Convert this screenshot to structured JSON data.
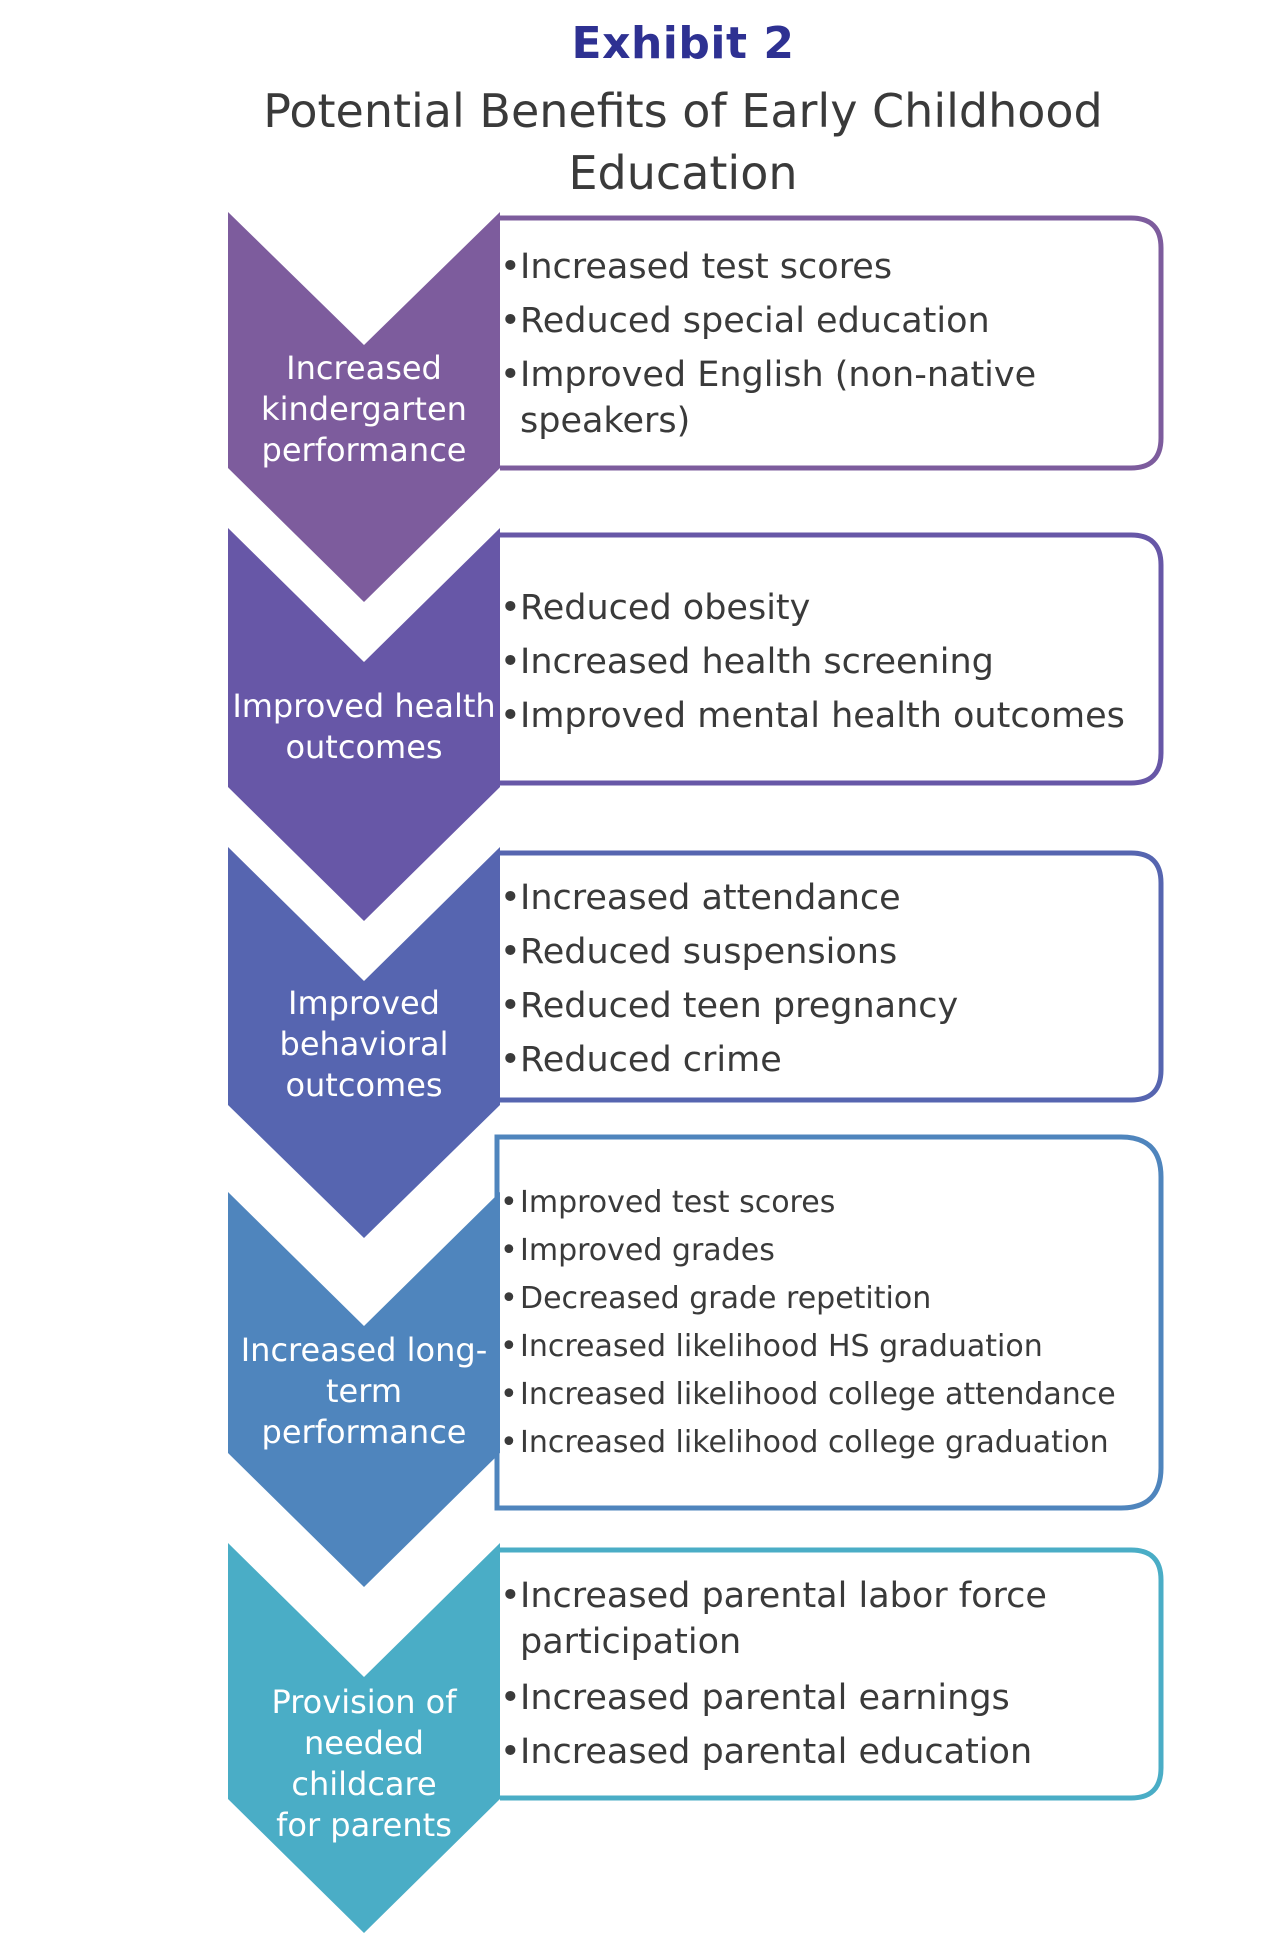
{
  "header": {
    "exhibit": "Exhibit 2",
    "title": "Potential Benefits of Early Childhood Education"
  },
  "stages": [
    {
      "label": "Increased kindergarten performance",
      "color": "#7d5c9d",
      "bullets": [
        "Increased test scores",
        "Reduced special education",
        "Improved English (non-native speakers)"
      ]
    },
    {
      "label": "Improved health outcomes",
      "color": "#6757a7",
      "bullets": [
        "Reduced obesity",
        "Increased health screening",
        "Improved mental health outcomes"
      ]
    },
    {
      "label": "Improved behavioral outcomes",
      "color": "#5665b0",
      "bullets": [
        "Increased attendance",
        "Reduced suspensions",
        "Reduced teen pregnancy",
        "Reduced crime"
      ]
    },
    {
      "label": "Increased long-term performance",
      "color": "#4f85bd",
      "bullets": [
        "Improved test scores",
        "Improved grades",
        "Decreased grade repetition",
        "Increased likelihood HS graduation",
        "Increased likelihood college attendance",
        "Increased likelihood college graduation"
      ]
    },
    {
      "label": "Provision of needed childcare for parents",
      "color": "#4aadc6",
      "bullets": [
        "Increased parental labor force participation",
        "Increased parental earnings",
        "Increased parental education"
      ]
    }
  ]
}
